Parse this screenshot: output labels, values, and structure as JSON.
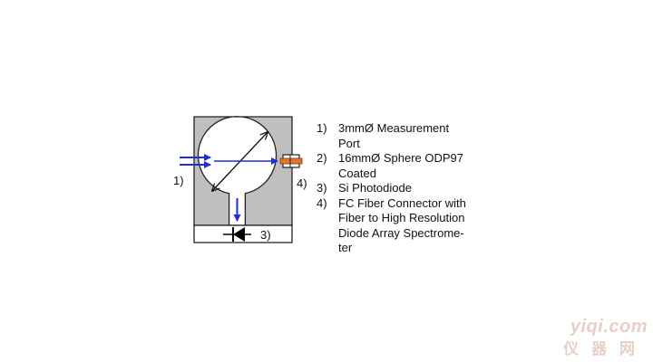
{
  "diagram": {
    "colors": {
      "housing": "#bfbfbf",
      "outline": "#222222",
      "beam": "#1f2fd6",
      "fiber": "#e8742a",
      "diode": "#000000"
    },
    "callouts": {
      "port": "1)",
      "photodiode": "3)",
      "fiber": "4)"
    }
  },
  "legend": {
    "items": [
      {
        "num": "1)",
        "text": "3mmØ Measurement\nPort"
      },
      {
        "num": "2)",
        "text": "16mmØ Sphere ODP97\nCoated"
      },
      {
        "num": "3)",
        "text": "Si Photodiode"
      },
      {
        "num": "4)",
        "text": "FC Fiber Connector with\nFiber to High Resolution\nDiode Array Spectrome-\nter"
      }
    ]
  },
  "watermark": {
    "line1": "yiqi.com",
    "line2": "仪器网"
  }
}
